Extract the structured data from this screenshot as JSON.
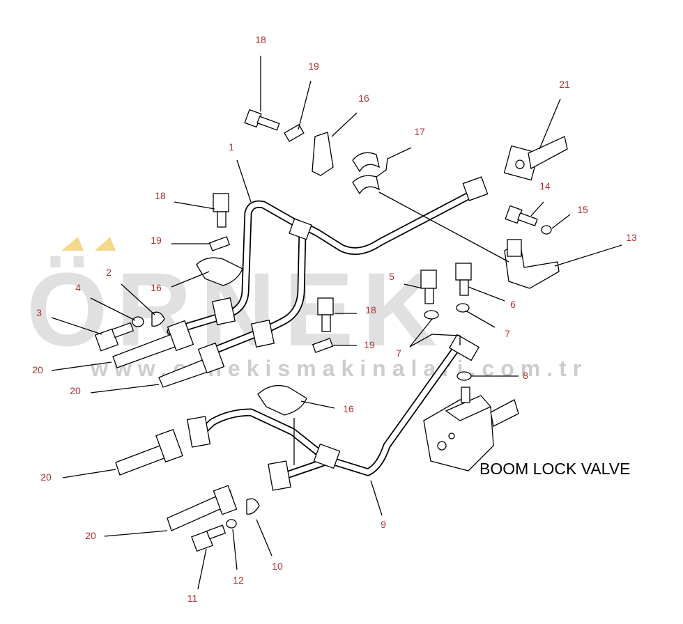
{
  "watermark": {
    "brand": "ÖRNEK",
    "url": "www.ornekismakinalari.com.tr",
    "accent_color": "#f3d98a"
  },
  "valve_label": "BOOM LOCK VALVE",
  "callouts": [
    {
      "id": "c18a",
      "text": "18"
    },
    {
      "id": "c19a",
      "text": "19"
    },
    {
      "id": "c16a",
      "text": "16"
    },
    {
      "id": "c17",
      "text": "17"
    },
    {
      "id": "c21",
      "text": "21"
    },
    {
      "id": "c1",
      "text": "1"
    },
    {
      "id": "c18b",
      "text": "18"
    },
    {
      "id": "c14",
      "text": "14"
    },
    {
      "id": "c15",
      "text": "15"
    },
    {
      "id": "c13",
      "text": "13"
    },
    {
      "id": "c19b",
      "text": "19"
    },
    {
      "id": "c2",
      "text": "2"
    },
    {
      "id": "c4",
      "text": "4"
    },
    {
      "id": "c16b",
      "text": "16"
    },
    {
      "id": "c5",
      "text": "5"
    },
    {
      "id": "c6",
      "text": "6"
    },
    {
      "id": "c3",
      "text": "3"
    },
    {
      "id": "c18c",
      "text": "18"
    },
    {
      "id": "c7a",
      "text": "7"
    },
    {
      "id": "c7b",
      "text": "7"
    },
    {
      "id": "c19c",
      "text": "19"
    },
    {
      "id": "c20a",
      "text": "20"
    },
    {
      "id": "c8",
      "text": "8"
    },
    {
      "id": "c20b",
      "text": "20"
    },
    {
      "id": "c16c",
      "text": "16"
    },
    {
      "id": "c20c",
      "text": "20"
    },
    {
      "id": "c9",
      "text": "9"
    },
    {
      "id": "c20d",
      "text": "20"
    },
    {
      "id": "c10",
      "text": "10"
    },
    {
      "id": "c12",
      "text": "12"
    },
    {
      "id": "c11",
      "text": "11"
    }
  ]
}
